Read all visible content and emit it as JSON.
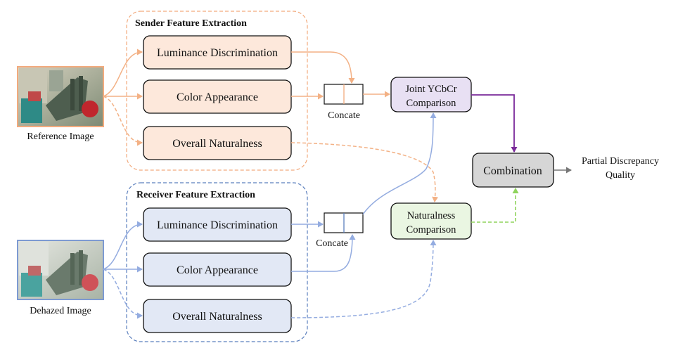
{
  "colors": {
    "sender_stroke": "#f2aa7d",
    "sender_fill": "#fde8db",
    "sender_line": "#f3b185",
    "receiver_stroke": "#5b7fbd",
    "receiver_fill": "#e2e8f5",
    "receiver_line": "#94ace0",
    "joint_fill": "#e8e0f3",
    "joint_line": "#7a2a9a",
    "naturalness_fill": "#eaf6e2",
    "naturalness_line": "#8fd45c",
    "combination_fill": "#d6d6d6",
    "output_line": "#777777"
  },
  "sender": {
    "group_title": "Sender Feature Extraction",
    "image_label": "Reference Image",
    "luminance": "Luminance Discrimination",
    "color": "Color Appearance",
    "naturalness": "Overall Naturalness",
    "concat_label": "Concate"
  },
  "receiver": {
    "group_title": "Receiver Feature Extraction",
    "image_label": "Dehazed Image",
    "luminance": "Luminance Discrimination",
    "color": "Color Appearance",
    "naturalness": "Overall Naturalness",
    "concat_label": "Concate"
  },
  "joint": {
    "line1": "Joint YCbCr",
    "line2": "Comparison"
  },
  "naturalness_cmp": {
    "line1": "Naturalness",
    "line2": "Comparison"
  },
  "combination": {
    "label": "Combination"
  },
  "output": {
    "line1": "Partial Discrepancy",
    "line2": "Quality"
  }
}
